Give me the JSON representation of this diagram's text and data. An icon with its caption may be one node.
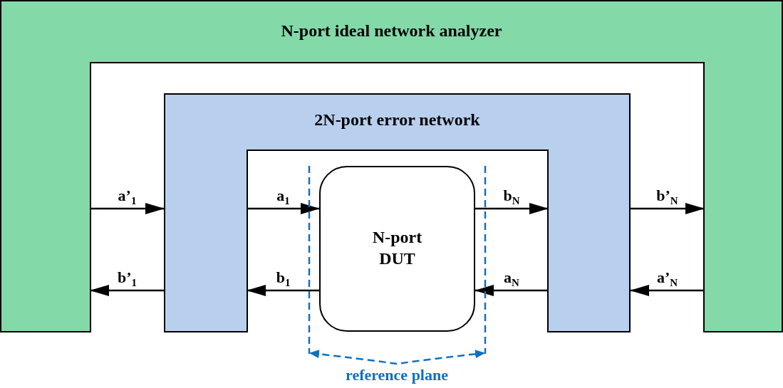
{
  "diagram": {
    "nodes": [
      {
        "text": [
          "N-port ideal network analyzer"
        ]
      },
      {
        "text": [
          "2N-port error network"
        ]
      },
      {
        "text": [
          "N-port DUT"
        ]
      }
    ],
    "edges": [
      {
        "from": 0,
        "to": 1,
        "arrow": "to",
        "label": "a’$_{1}$"
      },
      {
        "from": 1,
        "to": 0,
        "arrow": "to",
        "label": "b’$_{1}$"
      },
      {
        "from": 1,
        "to": 2,
        "arrow": "to",
        "label": "a$_{1}$"
      },
      {
        "from": 2,
        "to": 1,
        "arrow": "to",
        "label": "b$_{1}$"
      },
      {
        "from": 2,
        "to": 1,
        "arrow": "to",
        "label": "b$_{N}$"
      },
      {
        "from": 1,
        "to": 2,
        "arrow": "to",
        "label": "a$_{N}$"
      },
      {
        "from": 1,
        "to": 0,
        "arrow": "to",
        "label": "b’$_{N}$"
      },
      {
        "from": 0,
        "to": 1,
        "arrow": "to",
        "label": "a’$_{N}$"
      }
    ],
    "labels": [
      "reference plane"
    ]
  }
}
